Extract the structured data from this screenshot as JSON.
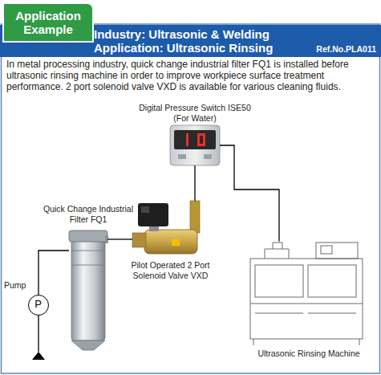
{
  "diagram": {
    "nodes": [
      {
        "text": [
          "Application Example"
        ]
      },
      {
        "text": [
          "Industry: Ultrasonic & Welding",
          "Application: Ultrasonic Rinsing",
          "Ref.No.PLA011"
        ]
      },
      {
        "text": [
          "Pump",
          "P"
        ]
      },
      {
        "text": [
          "Quick Change Industrial Filter FQ1"
        ]
      },
      {
        "text": [
          "Pilot Operated 2 Port Solenoid Valve VXD"
        ]
      },
      {
        "text": [
          "Digital Pressure Switch ISE50 (For Water)"
        ]
      },
      {
        "text": [
          "Ultrasonic Rinsing Machine"
        ]
      }
    ],
    "edges": [
      {
        "from": 2,
        "to": 3,
        "arrow": "none"
      },
      {
        "from": 3,
        "to": 4,
        "arrow": "none"
      },
      {
        "from": 4,
        "to": 5,
        "arrow": "none"
      },
      {
        "from": 5,
        "to": 6,
        "arrow": "none"
      }
    ],
    "labels": [
      "In metal processing industry, quick change industrial filter FQ1 is installed before ultrasonic rinsing machine in order to improve workpiece surface treatment performance. 2 port solenoid valve VXD is available for various cleaning fluids."
    ]
  }
}
